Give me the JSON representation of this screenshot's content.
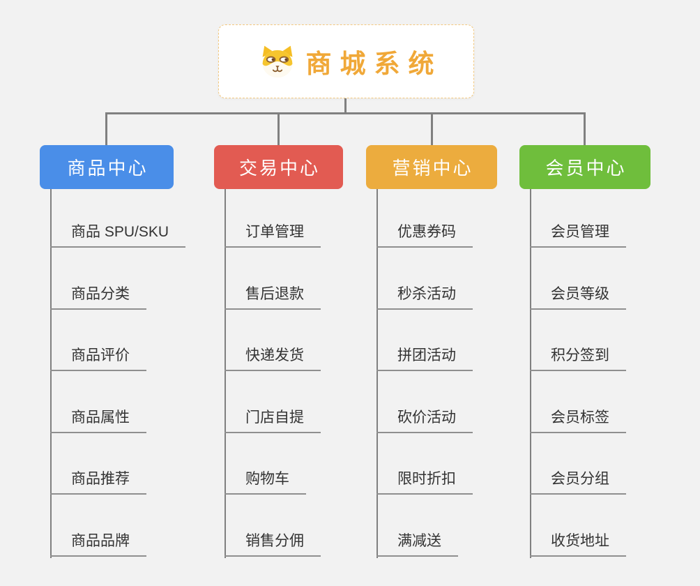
{
  "root": {
    "title": "商城系统",
    "icon": "shiba-dog-icon"
  },
  "branches": [
    {
      "label": "商品中心",
      "color": "#4A8EE8",
      "items": [
        "商品 SPU/SKU",
        "商品分类",
        "商品评价",
        "商品属性",
        "商品推荐",
        "商品品牌"
      ]
    },
    {
      "label": "交易中心",
      "color": "#E25B52",
      "items": [
        "订单管理",
        "售后退款",
        "快递发货",
        "门店自提",
        "购物车",
        "销售分佣"
      ]
    },
    {
      "label": "营销中心",
      "color": "#ECAC3E",
      "items": [
        "优惠券码",
        "秒杀活动",
        "拼团活动",
        "砍价活动",
        "限时折扣",
        "满减送"
      ]
    },
    {
      "label": "会员中心",
      "color": "#6FBE3C",
      "items": [
        "会员管理",
        "会员等级",
        "积分签到",
        "会员标签",
        "会员分组",
        "收货地址"
      ]
    }
  ],
  "colors": {
    "background": "#F2F2F2",
    "root_text": "#F0A838",
    "root_border": "#F3C87E",
    "connector": "#808080",
    "underline": "#8F8F8F",
    "item_text": "#333333"
  }
}
